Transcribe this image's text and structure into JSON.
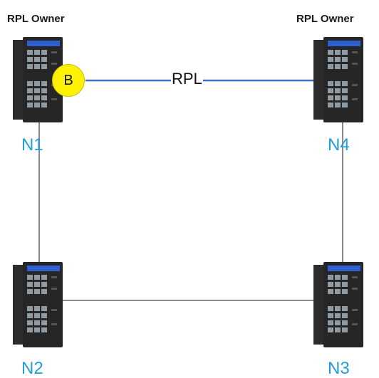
{
  "owners": {
    "left": "RPL Owner",
    "right": "RPL Owner"
  },
  "ring": {
    "label": "RPL",
    "colors": {
      "rpl_link": "#3b6fc4",
      "normal_link": "#8a8a8a",
      "node_label": "#1f9ed8",
      "badge": "#fff200"
    }
  },
  "badge": {
    "label": "B"
  },
  "nodes": [
    {
      "id": "n1",
      "label": "N1",
      "icon": "industrial-switch-icon"
    },
    {
      "id": "n2",
      "label": "N2",
      "icon": "industrial-switch-icon"
    },
    {
      "id": "n3",
      "label": "N3",
      "icon": "industrial-switch-icon"
    },
    {
      "id": "n4",
      "label": "N4",
      "icon": "industrial-switch-icon"
    }
  ]
}
